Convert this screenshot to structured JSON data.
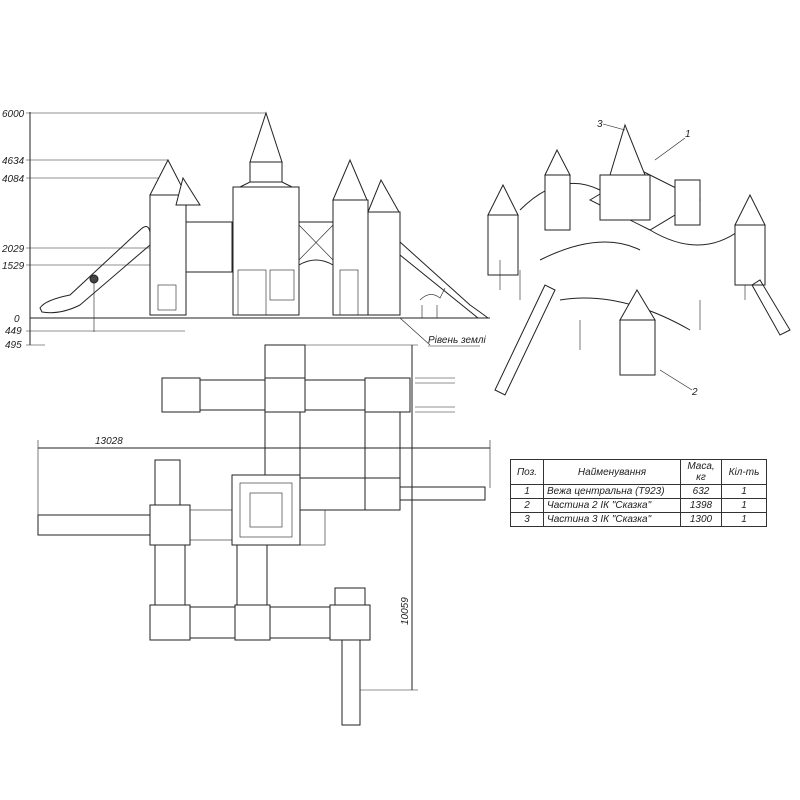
{
  "elevation": {
    "heights": [
      "6000",
      "4634",
      "4084",
      "2029",
      "1529",
      "0",
      "449",
      "495"
    ],
    "ground_label": "Рівень землі"
  },
  "plan": {
    "width_dim": "13028",
    "depth_dim": "10059"
  },
  "isometric": {
    "callouts": [
      "1",
      "2",
      "3"
    ]
  },
  "spec_table": {
    "headers": {
      "pos": "Поз.",
      "name": "Найменування",
      "mass_line1": "Маса,",
      "mass_line2": "кг",
      "qty": "Кіл-ть"
    },
    "rows": [
      {
        "pos": "1",
        "name": "Вежа центральна (Т923)",
        "mass": "632",
        "qty": "1"
      },
      {
        "pos": "2",
        "name": "Частина 2 ІК \"Сказка\"",
        "mass": "1398",
        "qty": "1"
      },
      {
        "pos": "3",
        "name": "Частина 3 ІК \"Сказка\"",
        "mass": "1300",
        "qty": "1"
      }
    ]
  }
}
